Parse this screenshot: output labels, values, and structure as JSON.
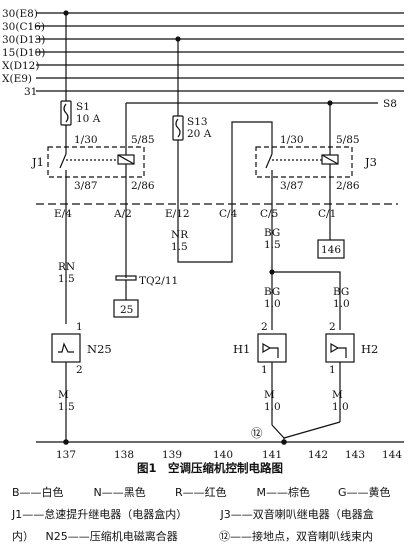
{
  "bus_labels": [
    "30(E8)",
    "30(C16)",
    "30(D13)",
    "15(D10)",
    "X(D12)",
    "X(E9)",
    "31"
  ],
  "fuses": [
    {
      "name": "S1",
      "rating": "10 A"
    },
    {
      "name": "S13",
      "rating": "20 A"
    }
  ],
  "s8_label": "S8",
  "relays": [
    {
      "name": "J1",
      "pins": [
        "1/30",
        "5/85",
        "3/87",
        "2/86"
      ]
    },
    {
      "name": "J3",
      "pins": [
        "1/30",
        "5/85",
        "3/87",
        "2/86"
      ]
    }
  ],
  "connectors": [
    "E/4",
    "A/2",
    "E/12",
    "C/4",
    "C/5",
    "C/1"
  ],
  "wires": {
    "rn": {
      "color": "RN",
      "size": "1.5"
    },
    "nr": {
      "color": "NR",
      "size": "1.5"
    },
    "bg_main": {
      "color": "BG",
      "size": "1.5"
    },
    "bg_h1": {
      "color": "BG",
      "size": "1.0"
    },
    "bg_h2": {
      "color": "BG",
      "size": "1.0"
    },
    "m_n25": {
      "color": "M",
      "size": "1.5"
    },
    "m_h1": {
      "color": "M",
      "size": "1.0"
    },
    "m_h2": {
      "color": "M",
      "size": "1.0"
    }
  },
  "tq_label": "TQ2/11",
  "box_25": "25",
  "box_146": "146",
  "components": {
    "n25": {
      "name": "N25",
      "pin_top": "1",
      "pin_bottom": "2"
    },
    "h1": {
      "name": "H1",
      "pin_top": "2",
      "pin_bottom": "1"
    },
    "h2": {
      "name": "H2",
      "pin_top": "2",
      "pin_bottom": "1"
    }
  },
  "ground_label": "⑫",
  "ground_numbers": [
    "137",
    "138",
    "139",
    "140",
    "141",
    "142",
    "143",
    "144"
  ],
  "caption": "图1　空调压缩机控制电路图",
  "legend": {
    "colors": [
      "B——白色",
      "N——黑色",
      "R——红色",
      "M——棕色",
      "G——黄色"
    ],
    "line2": [
      "J1——怠速提升继电器（电器盒内）",
      "J3——双音喇叭继电器（电器盒"
    ],
    "line3": [
      "内）",
      "N25——压缩机电磁离合器",
      "⑫——接地点，双音喇叭线束内"
    ]
  }
}
